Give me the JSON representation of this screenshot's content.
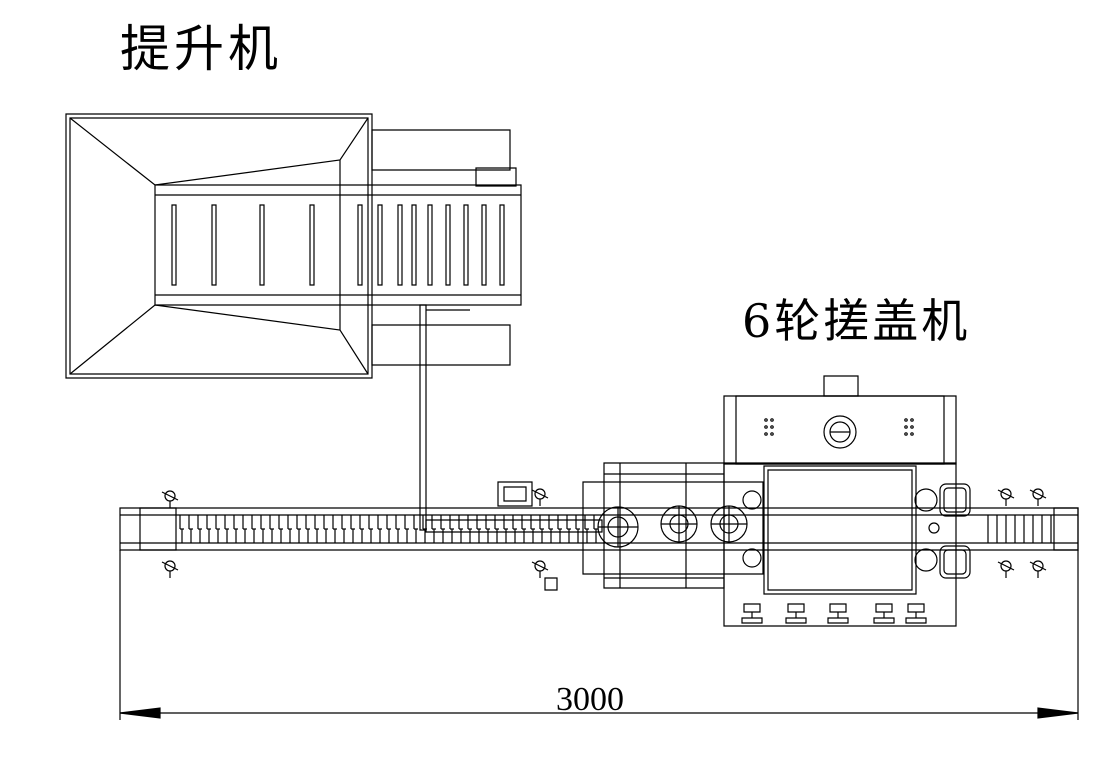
{
  "labels": {
    "elevator": "提升机",
    "capper": "6轮搓盖机",
    "overall_length": "3000"
  },
  "colors": {
    "line": "#000000",
    "background": "#ffffff"
  }
}
